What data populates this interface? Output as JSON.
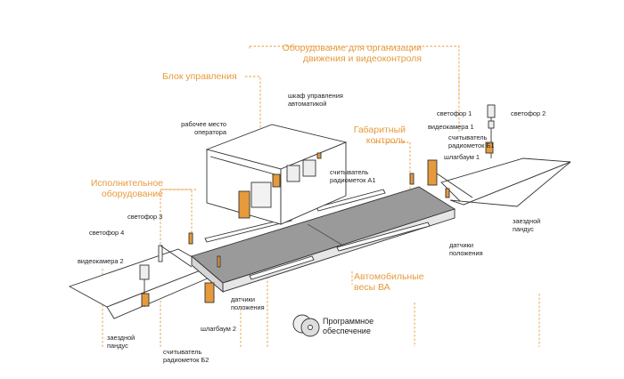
{
  "headings": {
    "equipment_traffic": [
      "Оборудование для организации",
      "движения и видеоконтроля"
    ],
    "control_unit": "Блок управления",
    "executive_equipment": [
      "Исполнительное",
      "оборудование"
    ],
    "dimension_control": [
      "Габаритный",
      "контроль"
    ],
    "truck_scales": [
      "Автомобильные",
      "весы ВА"
    ]
  },
  "labels": {
    "control_cabinet": [
      "шкаф управления",
      "автоматикой"
    ],
    "operator_workplace": [
      "рабочее место",
      "оператора"
    ],
    "reader_a1": [
      "считыватель",
      "радиометок А1"
    ],
    "traffic_light_1": "светофор 1",
    "traffic_light_2": "светофор 2",
    "camera_1": "видеокамера 1",
    "reader_b1": [
      "считыватель",
      "радиометок Б1"
    ],
    "barrier_1": "шлагбаум 1",
    "ramp_right": [
      "заездной",
      "пандус"
    ],
    "sensors_right": [
      "датчики",
      "положения"
    ],
    "traffic_light_3": "светофор 3",
    "traffic_light_4": "светофор 4",
    "camera_2": "видеокамера 2",
    "sensors_left": [
      "датчики",
      "положения"
    ],
    "barrier_2": "шлагбаум 2",
    "ramp_left": [
      "заездной",
      "пандус"
    ],
    "reader_b2": [
      "считыватель",
      "радиометок Б2"
    ],
    "software": [
      "Программное",
      "обеспечение"
    ]
  },
  "colors": {
    "accent": "#e69a3c",
    "line": "#333333",
    "platform": "#9a9a9a",
    "dashed": "#e69a3c"
  }
}
